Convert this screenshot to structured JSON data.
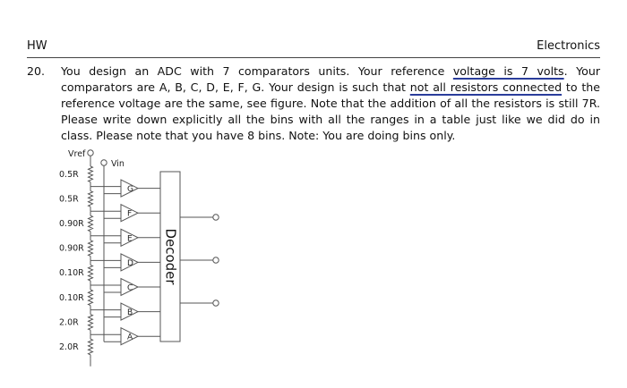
{
  "header": {
    "left": "HW",
    "right": "Electronics"
  },
  "problem": {
    "number": "20.",
    "text_part1": "You design an ADC with 7 comparators units. Your reference ",
    "text_underlined_1": "voltage is 7 volts",
    "text_part2": ". Your comparators are A, B, C, D, E, F, G. Your design is such that ",
    "text_underlined_2": "not all resistors connected",
    "text_part3": " to the reference voltage are the same, see figure. Note that the addition of all the resistors is still 7R. Please write down explicitly all the bins with all the ranges in a table just like we did do in class. Please note that you have 8 bins. Note: You are doing bins only."
  },
  "figure": {
    "vref_label": "Vref",
    "vin_label": "Vin",
    "resistors": [
      "0.5R",
      "0.5R",
      "0.90R",
      "0.90R",
      "0.10R",
      "0.10R",
      "2.0R",
      "2.0R"
    ],
    "comparators": [
      "G",
      "F",
      "E",
      "D",
      "C",
      "B",
      "A"
    ],
    "decoder_label": "Decoder",
    "decoder_outputs": 3
  }
}
